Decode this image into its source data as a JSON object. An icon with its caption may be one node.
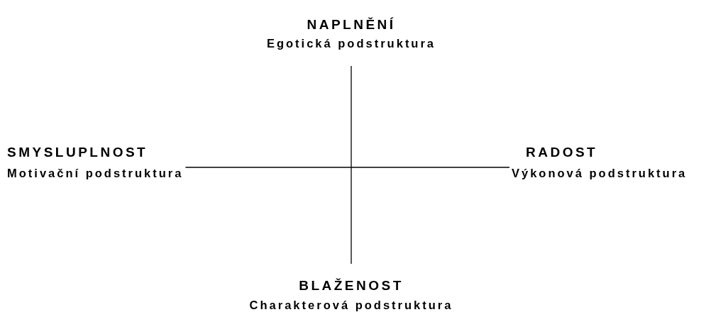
{
  "diagram": {
    "nodes": [
      {
        "text": [
          "NAPLNĚNÍ",
          "Egotická podstruktura"
        ]
      },
      {
        "text": [
          "SMYSLUPLNOST",
          "Motivační podstruktura"
        ]
      },
      {
        "text": [
          "RADOST",
          "Výkonová podstruktura"
        ]
      },
      {
        "text": [
          "BLAŽENOST",
          "Charakterová podstruktura"
        ]
      }
    ],
    "edges": [
      {
        "from": 0,
        "to": 3,
        "arrow": "none"
      },
      {
        "from": 1,
        "to": 2,
        "arrow": "none"
      }
    ]
  }
}
